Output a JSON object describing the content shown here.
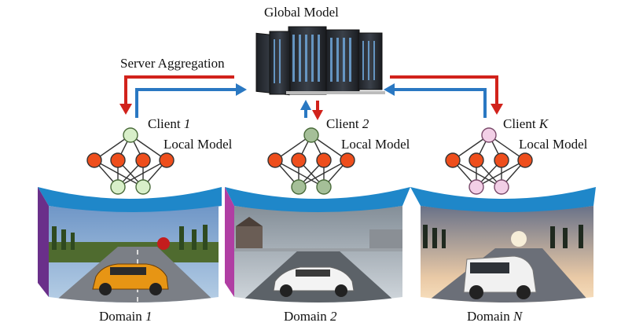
{
  "title": "Global Model",
  "aggregation_label": "Server Aggregation",
  "clients": [
    {
      "label": "Client",
      "id": "1",
      "model_label": "Local Model",
      "domain_label": "Domain",
      "domain_id": "1",
      "node_tint": "#d8efc9",
      "node_tint_stroke": "#4a6b3a"
    },
    {
      "label": "Client",
      "id": "2",
      "model_label": "Local Model",
      "domain_label": "Domain",
      "domain_id": "2",
      "node_tint": "#a5bf98",
      "node_tint_stroke": "#4a6b3a"
    },
    {
      "label": "Client",
      "id": "K",
      "model_label": "Local Model",
      "domain_label": "Domain",
      "domain_id": "N",
      "node_tint": "#f2cfe6",
      "node_tint_stroke": "#7a4a6a"
    }
  ],
  "colors": {
    "upload_arrow": "#2a78c2",
    "download_arrow": "#d1221b",
    "hidden_node": "#ee4e1c",
    "banner": "#1f87c9",
    "server_body": "#2b2f36"
  },
  "icons": [
    "server-rack-icon",
    "neural-network-icon",
    "driving-scene-image",
    "car-icon",
    "van-icon"
  ]
}
